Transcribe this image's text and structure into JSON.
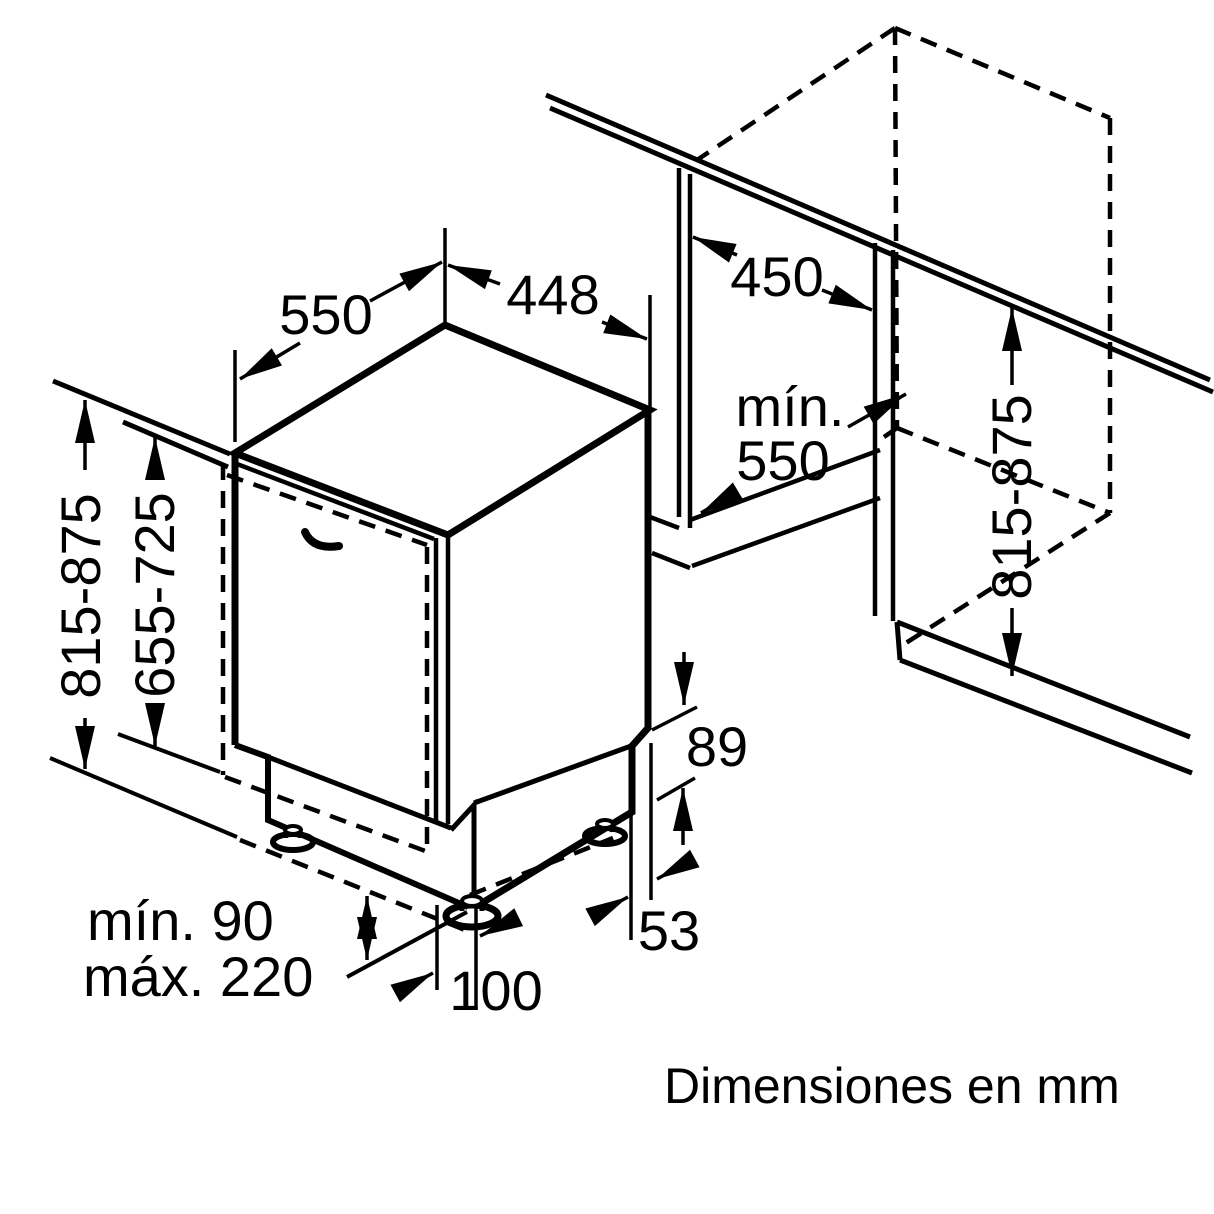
{
  "diagram": {
    "caption": "Dimensiones en mm",
    "dims": {
      "top_depth": "550",
      "width": "448",
      "niche_width": "450",
      "niche_depth_label": "mín.",
      "niche_depth_value": "550",
      "height_left": "815-875",
      "door_panel_height": "655-725",
      "niche_height_right": "815-875",
      "rear_gap": "89",
      "base_offset": "53",
      "foot_setback": "100",
      "plinth_min": "mín. 90",
      "plinth_max": "máx. 220"
    }
  }
}
